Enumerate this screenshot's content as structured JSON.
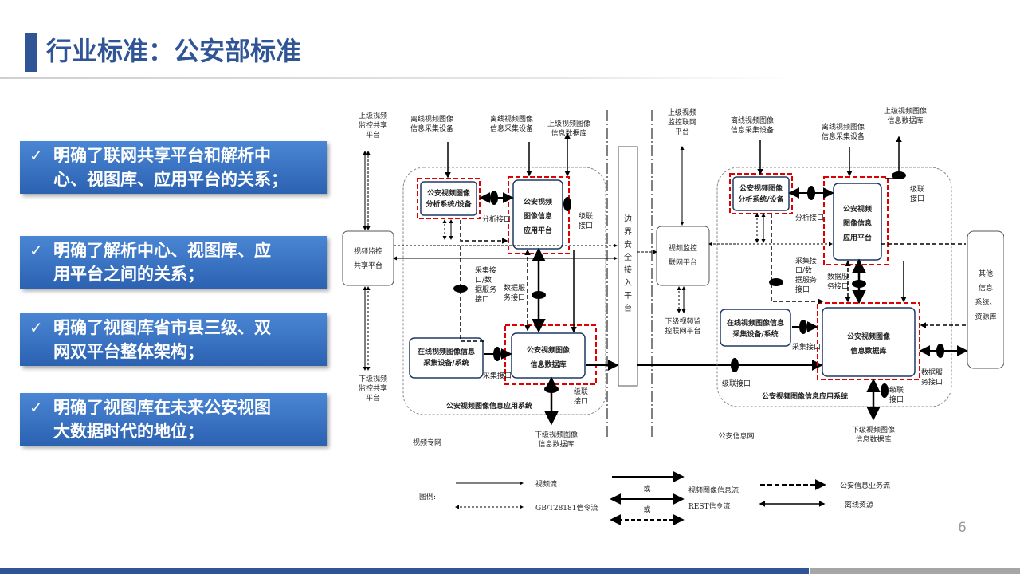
{
  "header": {
    "title": "行业标准：公安部标准"
  },
  "bullets": [
    {
      "line1": "明确了联网共享平台和解析中",
      "line2": "心、视图库、应用平台的关系；"
    },
    {
      "line1": "明确了解析中心、视图库、应",
      "line2": "用平台之间的关系；"
    },
    {
      "line1": "明确了视图库省市县三级、双",
      "line2": "网双平台整体架构；"
    },
    {
      "line1": "明确了视图库在未来公安视图",
      "line2": "大数据时代的地位；"
    }
  ],
  "check_icon": "✓",
  "page_number": "6",
  "diagram": {
    "left": {
      "upper_share": [
        "上级视频",
        "监控共享",
        "平台"
      ],
      "offline_collect_1": [
        "离线视频图像",
        "信息采集设备"
      ],
      "offline_collect_2": [
        "离线视频图像",
        "信息采集设备"
      ],
      "upper_db": [
        "上级视频图像",
        "信息数据库"
      ],
      "share_platform": [
        "视频监控",
        "共享平台"
      ],
      "analysis": [
        "公安视频图像",
        "分析系统/设备"
      ],
      "app_platform": [
        "公安视频",
        "图像信息",
        "应用平台"
      ],
      "analysis_iface": "分析接口",
      "cascade_iface_1": [
        "级联",
        "接口"
      ],
      "collect_iface": [
        "采集接",
        "口/数",
        "据服务",
        "接口"
      ],
      "data_service_iface": [
        "数据服",
        "务接口"
      ],
      "online_collect": [
        "在线视频图像信息",
        "采集设备/系统"
      ],
      "image_db": [
        "公安视频图像",
        "信息数据库"
      ],
      "collect_iface_2": "采集接口",
      "cascade_iface_2": [
        "级联",
        "接口"
      ],
      "lower_share": [
        "下级视频",
        "监控共享",
        "平台"
      ],
      "system_label": "公安视频图像信息应用系统",
      "lower_db": [
        "下级视频图像",
        "信息数据库"
      ],
      "network": "视频专网"
    },
    "border_platform": [
      "边",
      "界",
      "安",
      "全",
      "接",
      "入",
      "平",
      "台"
    ],
    "right": {
      "upper_network": [
        "上级视频",
        "监控联网",
        "平台"
      ],
      "offline_collect_1": [
        "离线视频图像",
        "信息采集设备"
      ],
      "offline_collect_2": [
        "离线视频图像",
        "信息采集设备"
      ],
      "upper_db": [
        "上级视频图像",
        "信息数据库"
      ],
      "cascade_iface_1": [
        "级联",
        "接口"
      ],
      "network_platform": [
        "视频监控",
        "联网平台"
      ],
      "analysis": [
        "公安视频图像",
        "分析系统/设备"
      ],
      "app_platform": [
        "公安视频",
        "图像信息",
        "应用平台"
      ],
      "analysis_iface": "分析接口",
      "collect_iface": [
        "采集接",
        "口/数",
        "据服务",
        "接口"
      ],
      "data_service_iface": [
        "数据服",
        "务接口"
      ],
      "lower_network": [
        "下级视频监",
        "控联网平台"
      ],
      "online_collect": [
        "在线视频图像信息",
        "采集设备/系统"
      ],
      "collect_iface_2": "采集接口",
      "image_db": [
        "公安视频图像",
        "信息数据库"
      ],
      "cascade_iface_2": "级联接口",
      "data_service_iface_2": [
        "数据服",
        "务接口"
      ],
      "cascade_iface_3": [
        "级联",
        "接口"
      ],
      "system_label": "公安视频图像信息应用系统",
      "other_systems": [
        "其他",
        "信息",
        "系统、",
        "资源库"
      ],
      "lower_db": [
        "下级视频图像",
        "信息数据库"
      ],
      "network": "公安信息网"
    },
    "legend": {
      "title": "图例:",
      "video_flow": "视频流",
      "gb_flow": "GB/T28181信令流",
      "or_1": "或",
      "or_2": "或",
      "image_info_flow": "视频图像信息流",
      "rest_flow": "REST信令流",
      "police_flow": "公安信息业务流",
      "offline_resource": "离线资源"
    }
  },
  "colors": {
    "title": "#2f5597",
    "box_top": "#4a86d4",
    "box_bottom": "#2b62b1",
    "highlight": "#e00000",
    "node_border": "#1f3864"
  }
}
